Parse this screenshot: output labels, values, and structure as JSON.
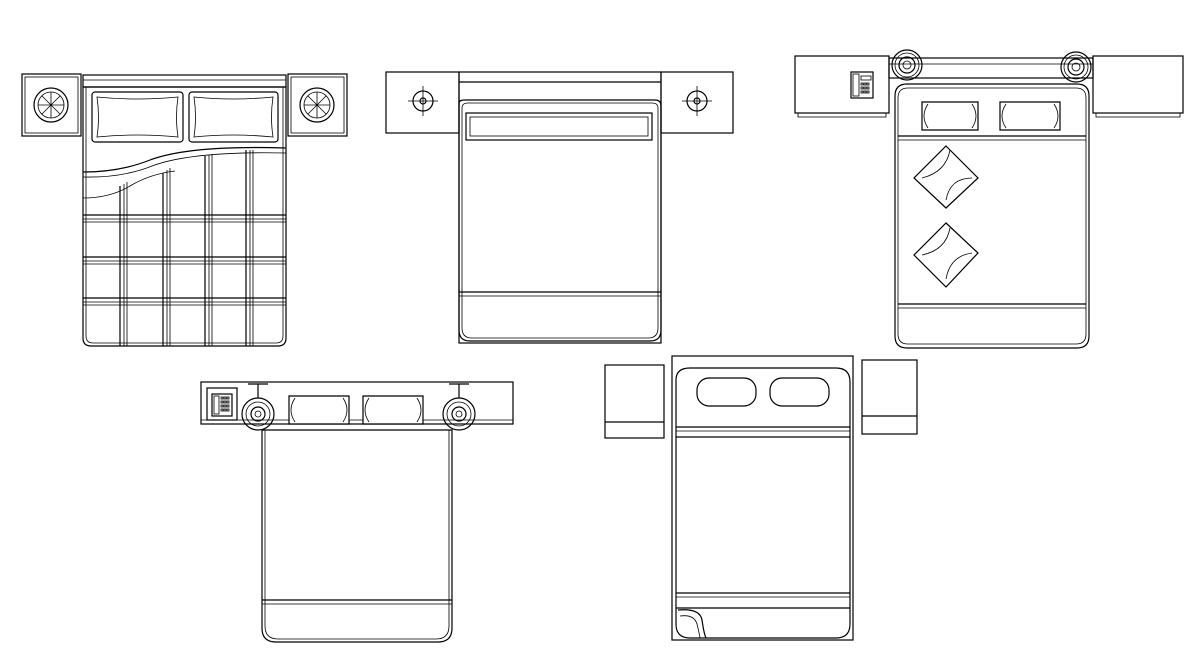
{
  "diagram": {
    "background": "#ffffff",
    "stroke_color": "#000000",
    "beds": [
      {
        "name": "bed-plaid-blanket",
        "pillows": 2,
        "nightstands": 2,
        "lamps": 2,
        "blanket_pattern": "plaid"
      },
      {
        "name": "bed-simple-headboard",
        "pillows": 1,
        "nightstands": 2,
        "lamps": 2,
        "blanket_pattern": "plain"
      },
      {
        "name": "bed-with-cushions",
        "pillows": 2,
        "nightstands": 2,
        "lamps": 2,
        "cushions": 2,
        "phone": true
      },
      {
        "name": "bed-with-phone-console",
        "pillows": 2,
        "nightstands": 1,
        "lamps": 2,
        "phone": true
      },
      {
        "name": "bed-folded-corner",
        "pillows": 2,
        "nightstands": 2,
        "lamps": 0
      }
    ]
  }
}
